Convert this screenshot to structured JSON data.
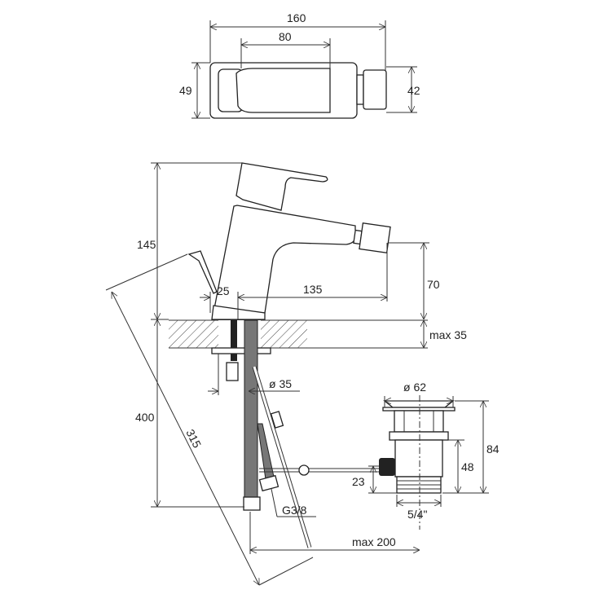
{
  "title": "Bidet mixer dimension drawing",
  "colors": {
    "line": "#333333",
    "background": "#ffffff",
    "hose": "#777777"
  },
  "top_view": {
    "width_total": "160",
    "width_body": "80",
    "height_body": "49",
    "height_nozzle": "42"
  },
  "side_view": {
    "height_total": "145",
    "offset_lever": "25",
    "spout_reach": "135",
    "spout_height": "70",
    "deck_thickness": "max 35",
    "hole_diameter": "ø 35",
    "hose_length": "400",
    "pop_up_rod_length": "315",
    "connection_thread": "G3/8",
    "drain_distance": "max 200"
  },
  "drain": {
    "diameter": "ø 62",
    "height_total": "84",
    "height_body": "48",
    "height_outlet": "23",
    "thread": "5/4\""
  }
}
